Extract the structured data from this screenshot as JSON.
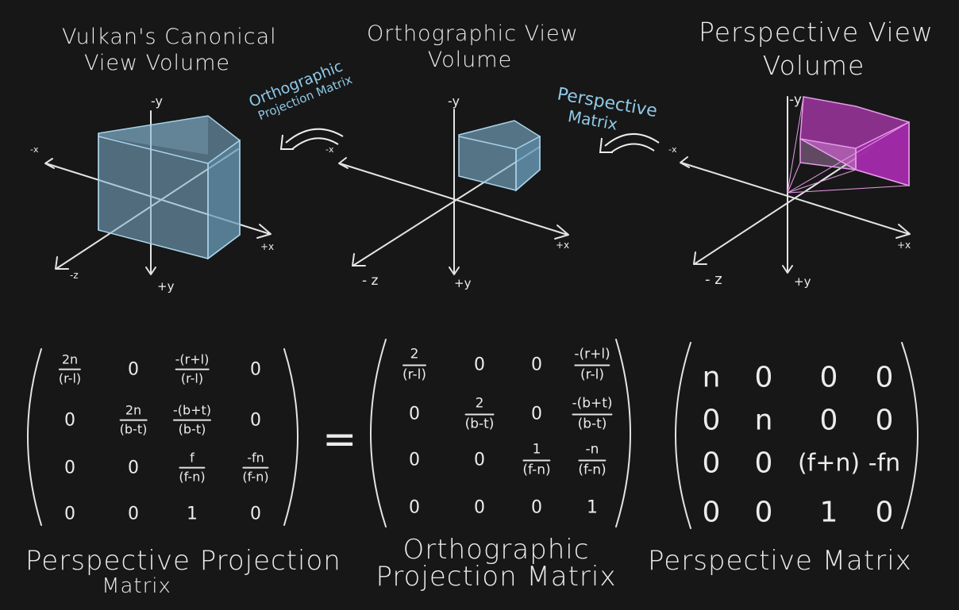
{
  "titles": {
    "canonical": [
      "Vulkan's Canonical",
      "View Volume"
    ],
    "orthographic": [
      "Orthographic View",
      "Volume"
    ],
    "perspective": [
      "Perspective View",
      "Volume"
    ]
  },
  "transforms": {
    "ortho_projection_matrix": [
      "Orthographic",
      "Projection Matrix"
    ],
    "perspective_matrix": [
      "Perspective",
      "Matrix"
    ]
  },
  "axes": {
    "neg_y": "-y",
    "pos_y": "+y",
    "neg_x": "-x",
    "pos_x": "+x",
    "neg_z": "-z",
    "neg_z_big": "- z"
  },
  "matrices": {
    "perspective_projection": [
      [
        {
          "n": "2n",
          "d": "(r-l)"
        },
        "0",
        {
          "n": "-(r+l)",
          "d": "(r-l)"
        },
        "0"
      ],
      [
        "0",
        {
          "n": "2n",
          "d": "(b-t)"
        },
        {
          "n": "-(b+t)",
          "d": "(b-t)"
        },
        "0"
      ],
      [
        "0",
        "0",
        {
          "n": "f",
          "d": "(f-n)"
        },
        {
          "n": "-fn",
          "d": "(f-n)"
        }
      ],
      [
        "0",
        "0",
        "1",
        "0"
      ]
    ],
    "equals": "=",
    "orthographic_projection": [
      [
        {
          "n": "2",
          "d": "(r-l)"
        },
        "0",
        "0",
        {
          "n": "-(r+l)",
          "d": "(r-l)"
        }
      ],
      [
        "0",
        {
          "n": "2",
          "d": "(b-t)"
        },
        "0",
        {
          "n": "-(b+t)",
          "d": "(b-t)"
        }
      ],
      [
        "0",
        "0",
        {
          "n": "1",
          "d": "(f-n)"
        },
        {
          "n": "-n",
          "d": "(f-n)"
        }
      ],
      [
        "0",
        "0",
        "0",
        "1"
      ]
    ],
    "perspective": [
      [
        "n",
        "0",
        "0",
        "0"
      ],
      [
        "0",
        "n",
        "0",
        "0"
      ],
      [
        "0",
        "0",
        "(f+n)",
        "-fn"
      ],
      [
        "0",
        "0",
        "1",
        "0"
      ]
    ]
  },
  "labels": {
    "perspective_projection": [
      "Perspective Projection",
      "Matrix"
    ],
    "orthographic_projection": [
      "Orthographic",
      "Projection Matrix"
    ],
    "perspective": "Perspective Matrix"
  },
  "colors": {
    "background": "#171717",
    "chalk": "#e4e4e4",
    "blue_box": "#7fb3d1",
    "magenta_frustum": "#b03ab3",
    "annotation_blue": "#8fc9e6"
  }
}
